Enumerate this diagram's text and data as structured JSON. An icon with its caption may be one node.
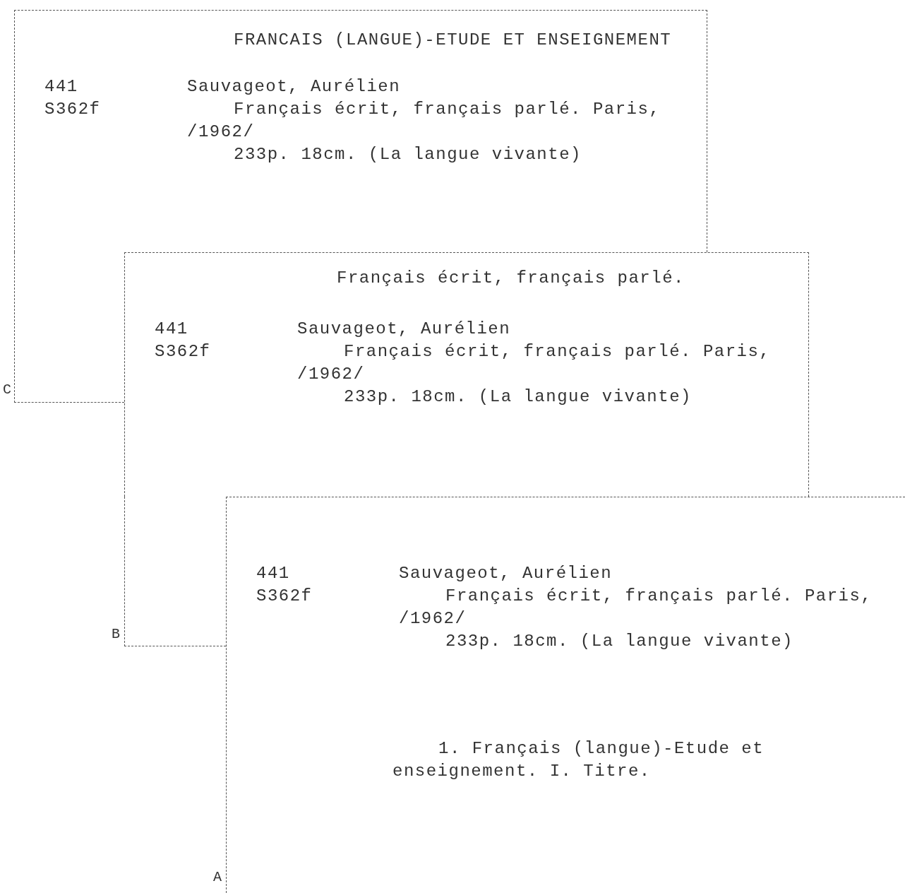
{
  "diagram": {
    "nodes": [
      {
        "text": [
          "FRANCAIS (LANGUE)-ETUDE ET ENSEIGNEMENT",
          "441 S362f",
          "Sauvageot, Aurélien",
          "Français écrit, français parlé. Paris, /1962/",
          "233p. 18cm. (La langue vivante)"
        ]
      },
      {
        "text": [
          "Français écrit, français parlé.",
          "441 S362f",
          "Sauvageot, Aurélien",
          "Français écrit, français parlé. Paris, /1962/",
          "233p. 18cm. (La langue vivante)"
        ]
      },
      {
        "text": [
          "441 S362f",
          "Sauvageot, Aurélien",
          "Français écrit, français parlé. Paris, /1962/",
          "233p. 18cm. (La langue vivante)",
          "1. Français (langue)-Etude et enseignement. I. Titre."
        ]
      }
    ],
    "labels": [
      "C",
      "B",
      "A"
    ]
  }
}
